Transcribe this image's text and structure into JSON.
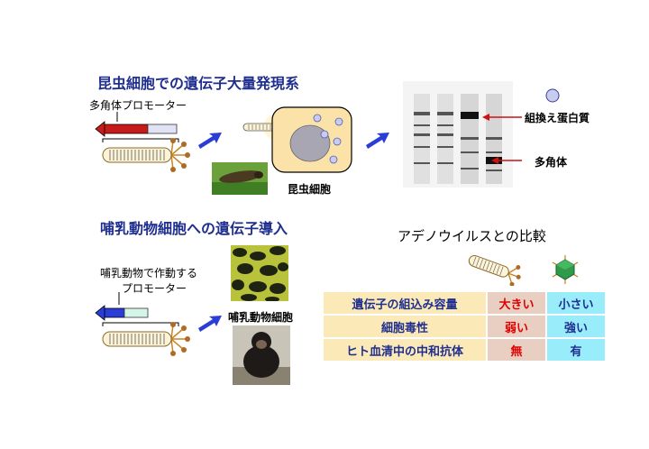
{
  "insect": {
    "title": "昆虫細胞での遺伝子大量発現系",
    "promoter_label": "多角体プロモーター",
    "cell_label": "昆虫細胞",
    "protein_label": "組換え蛋白質",
    "polyhedrin_label": "多角体"
  },
  "mammal": {
    "title": "哺乳動物細胞への遺伝子導入",
    "promoter_label_1": "哺乳動物で作動する",
    "promoter_label_2": "プロモーター",
    "cell_label": "哺乳動物細胞"
  },
  "comparison": {
    "title": "アデノウイルスとの比較",
    "rows": [
      {
        "label": "遺伝子の組込み容量",
        "a": "大きい",
        "b": "小さい"
      },
      {
        "label": "細胞毒性",
        "a": "弱い",
        "b": "強い"
      },
      {
        "label": "ヒト血清中の中和抗体",
        "a": "無",
        "b": "有"
      }
    ]
  },
  "colors": {
    "title_blue": "#1f2f8f",
    "arrow_blue": "#2a3dd6",
    "red_arrow": "#cc1111",
    "cell_fill": "#fbe2a8"
  }
}
